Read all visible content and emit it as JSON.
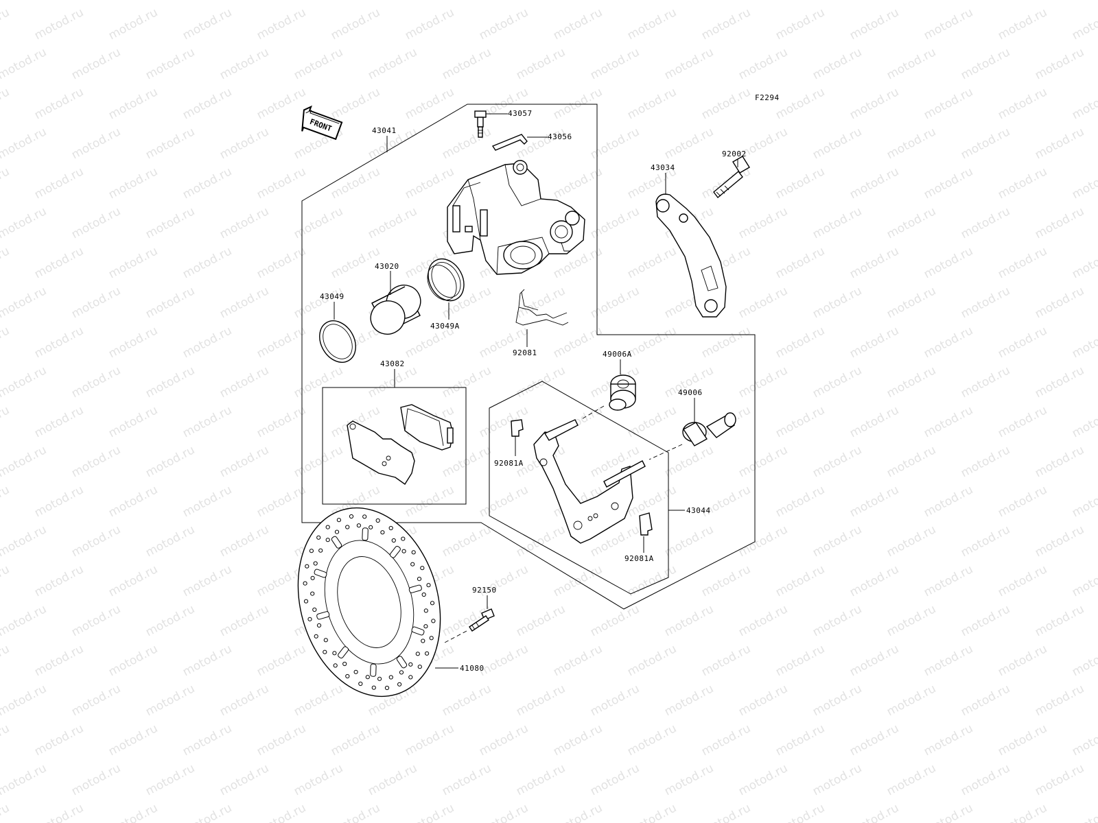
{
  "watermark": "motod.ru",
  "figure_code": "F2294",
  "front_arrow_label": "FRONT",
  "callouts": {
    "c43057": "43057",
    "c43056": "43056",
    "c43041": "43041",
    "c43034": "43034",
    "c92002": "92002",
    "c43020": "43020",
    "c43049": "43049",
    "c43049A": "43049A",
    "c92081": "92081",
    "c43082": "43082",
    "c49006A": "49006A",
    "c49006": "49006",
    "c92081A_left": "92081A",
    "c43044": "43044",
    "c92081A_right": "92081A",
    "c92150": "92150",
    "c41080": "41080"
  }
}
